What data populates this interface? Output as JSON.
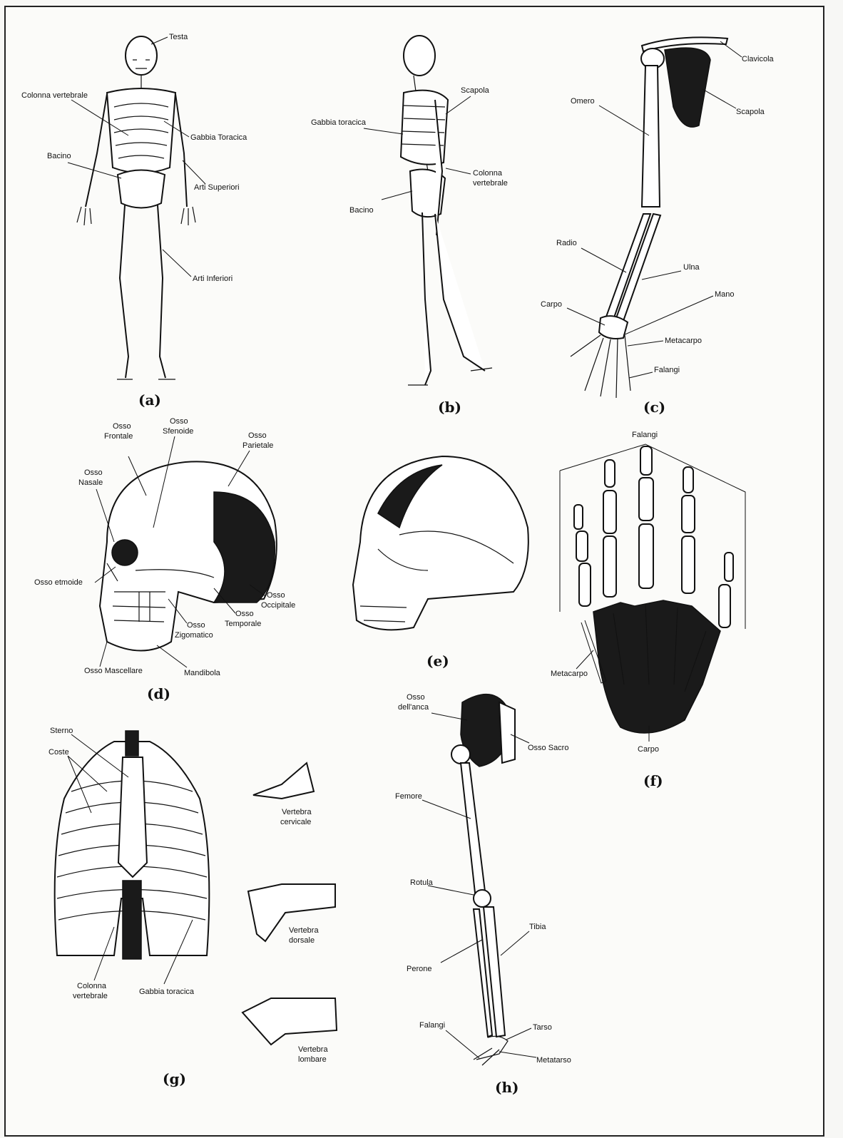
{
  "panels": {
    "a": {
      "caption": "(a)",
      "labels": {
        "testa": "Testa",
        "colonna": "Colonna vertebrale",
        "gabbia": "Gabbia Toracica",
        "bacino": "Bacino",
        "arti_sup": "Arti Superiori",
        "arti_inf": "Arti Inferiori"
      }
    },
    "b": {
      "caption": "(b)",
      "labels": {
        "scapola": "Scapola",
        "gabbia": "Gabbia toracica",
        "colonna_1": "Colonna",
        "colonna_2": "vertebrale",
        "bacino": "Bacino"
      }
    },
    "c": {
      "caption": "(c)",
      "labels": {
        "clavicola": "Clavicola",
        "omero": "Omero",
        "scapola": "Scapola",
        "radio": "Radio",
        "ulna": "Ulna",
        "mano": "Mano",
        "carpo": "Carpo",
        "metacarpo": "Metacarpo",
        "falangi": "Falangi"
      }
    },
    "d": {
      "caption": "(d)",
      "labels": {
        "frontale_1": "Osso",
        "frontale_2": "Frontale",
        "sfenoide_1": "Osso",
        "sfenoide_2": "Sfenoide",
        "parietale_1": "Osso",
        "parietale_2": "Parietale",
        "nasale_1": "Osso",
        "nasale_2": "Nasale",
        "etmoide": "Osso etmoide",
        "occipitale_1": "Osso",
        "occipitale_2": "Occipitale",
        "temporale_1": "Osso",
        "temporale_2": "Temporale",
        "zigomatico_1": "Osso",
        "zigomatico_2": "Zigomatico",
        "mascellare": "Osso Mascellare",
        "mandibola": "Mandibola"
      }
    },
    "e": {
      "caption": "(e)"
    },
    "f": {
      "caption": "(f)",
      "labels": {
        "falangi": "Falangi",
        "metacarpo": "Metacarpo",
        "carpo": "Carpo"
      }
    },
    "g": {
      "caption": "(g)",
      "labels": {
        "sterno": "Sterno",
        "coste": "Coste",
        "colonna_1": "Colonna",
        "colonna_2": "vertebrale",
        "gabbia": "Gabbia toracica",
        "cervicale_1": "Vertebra",
        "cervicale_2": "cervicale",
        "dorsale_1": "Vertebra",
        "dorsale_2": "dorsale",
        "lombare_1": "Vertebra",
        "lombare_2": "lombare"
      }
    },
    "h": {
      "caption": "(h)",
      "labels": {
        "anca_1": "Osso",
        "anca_2": "dell'anca",
        "sacro": "Osso Sacro",
        "femore": "Femore",
        "rotula": "Rotula",
        "tibia": "Tibia",
        "perone": "Perone",
        "falangi": "Falangi",
        "tarso": "Tarso",
        "metatarso": "Metatarso"
      }
    }
  }
}
